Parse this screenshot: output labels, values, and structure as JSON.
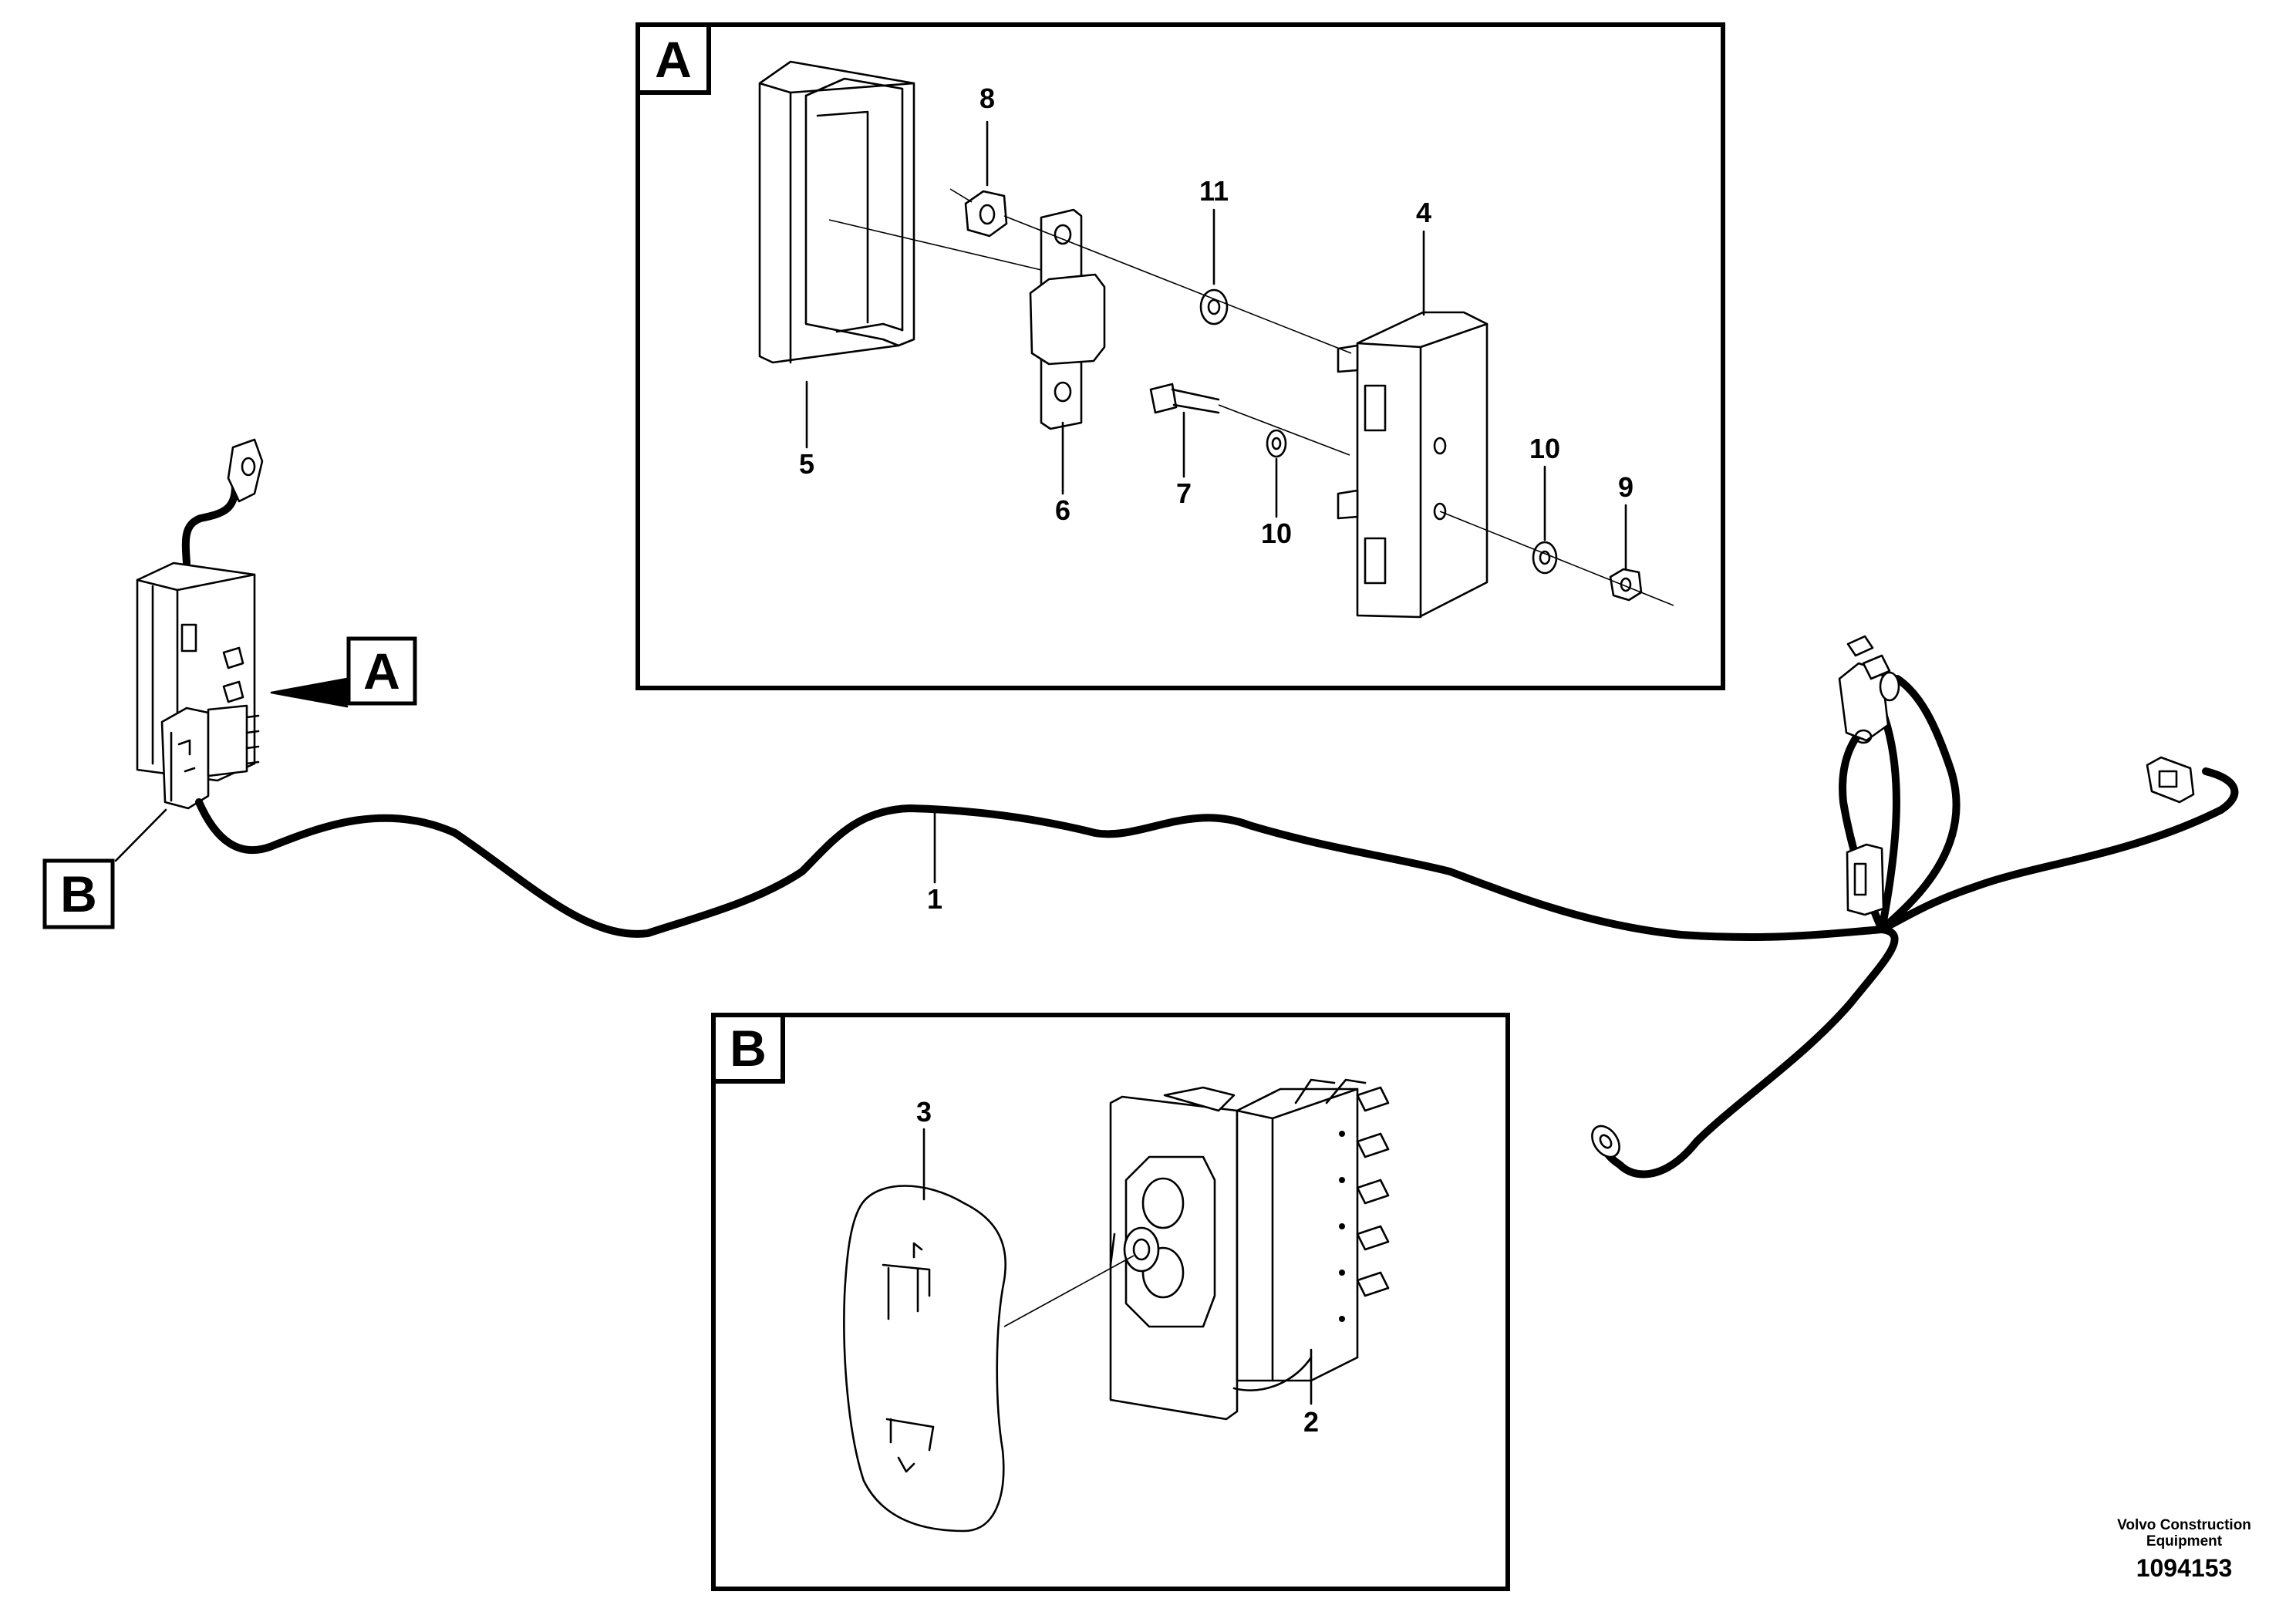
{
  "callouts": {
    "c1": "1",
    "c2": "2",
    "c3": "3",
    "c4": "4",
    "c5": "5",
    "c6": "6",
    "c7": "7",
    "c8": "8",
    "c9": "9",
    "c10a": "10",
    "c10b": "10",
    "c11": "11"
  },
  "detail_labels": {
    "a_box": "A",
    "b_box": "B",
    "a_ref": "A",
    "b_ref": "B"
  },
  "footer": {
    "brand_line1": "Volvo Construction",
    "brand_line2": "Equipment",
    "doc_number": "1094153"
  }
}
